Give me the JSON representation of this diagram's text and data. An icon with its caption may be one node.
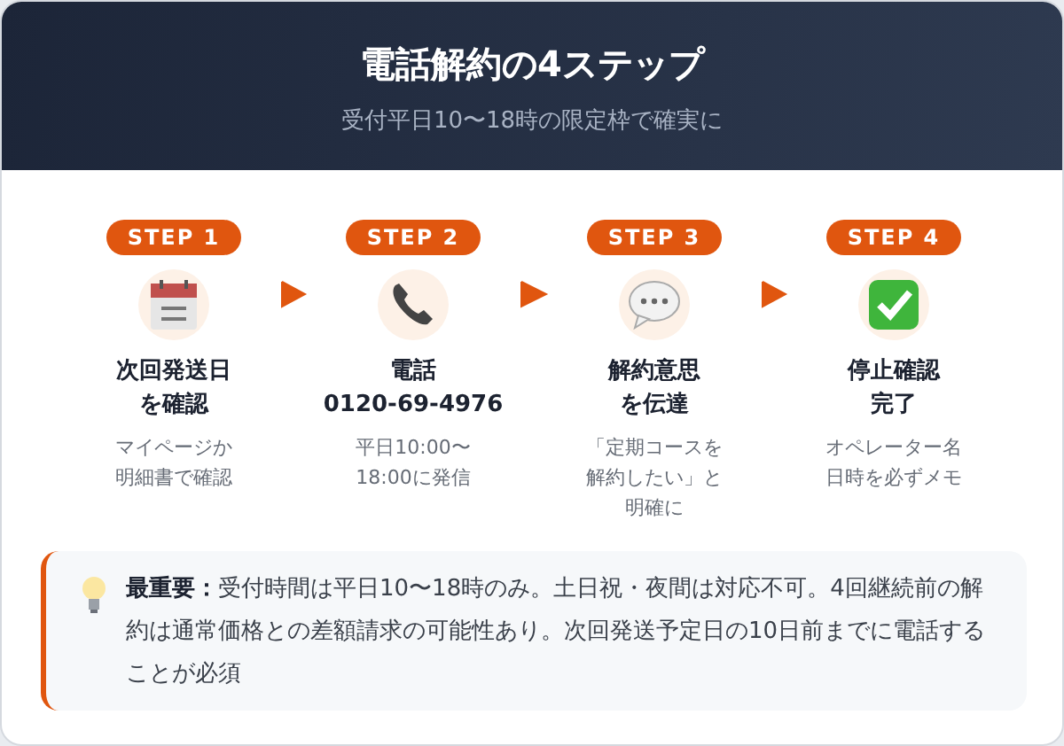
{
  "diagram": {
    "title": "電話解約の4ステップ",
    "nodes": [
      {
        "text": [
          "STEP 1",
          "次回発送日を確認",
          "マイページか明細書で確認"
        ]
      },
      {
        "text": [
          "STEP 2",
          "電話",
          "0120-69-4976",
          "平日10:00〜18:00に発信"
        ]
      },
      {
        "text": [
          "STEP 3",
          "解約意思を伝達",
          "「定期コースを解約したい」と明確に"
        ]
      },
      {
        "text": [
          "STEP 4",
          "停止確認完了",
          "オペレーター名日時を必ずメモ"
        ]
      },
      {
        "text": [
          "**最重要：**受付時間は平日10〜18時のみ。土日祝・夜間は対応不可。4回継続前の解約は通常価格との差額請求の可能性あり。次回発送予定日の10日前までに電話することが必須"
        ]
      }
    ],
    "edges": [
      {
        "from": 0,
        "to": 1,
        "arrow": "to"
      },
      {
        "from": 1,
        "to": 2,
        "arrow": "to"
      },
      {
        "from": 2,
        "to": 3,
        "arrow": "to"
      }
    ],
    "labels": [
      "受付平日10〜18時の限定枠で確実に"
    ]
  }
}
